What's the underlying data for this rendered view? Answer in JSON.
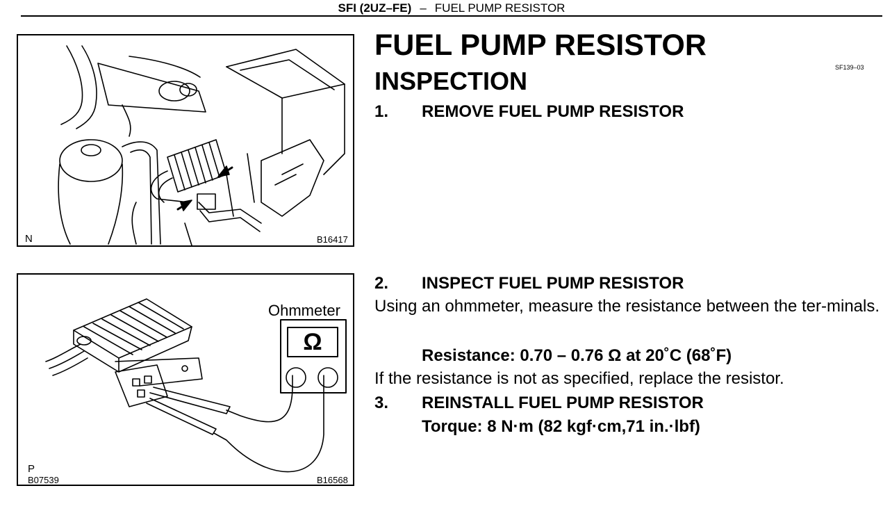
{
  "header": {
    "section": "SFI (2UZ–FE)",
    "separator": "–",
    "component": "FUEL PUMP RESISTOR"
  },
  "title": "FUEL PUMP RESISTOR",
  "subtitle": "INSPECTION",
  "doc_code": "SF139–03",
  "figures": [
    {
      "corner_label": "N",
      "code": "B16417"
    },
    {
      "corner_label": "P",
      "code_left": "B07539",
      "code": "B16568",
      "meter_label": "Ohmmeter",
      "meter_symbol": "Ω"
    }
  ],
  "steps": [
    {
      "number": "1.",
      "title": "REMOVE FUEL PUMP RESISTOR"
    },
    {
      "number": "2.",
      "title": "INSPECT FUEL PUMP RESISTOR"
    },
    {
      "number": "3.",
      "title": "REINSTALL FUEL PUMP RESISTOR"
    }
  ],
  "step2_text": "Using an ohmmeter, measure the resistance between the ter-minals.",
  "resistance_spec": "Resistance: 0.70 – 0.76 Ω at 20˚C (68˚F)",
  "replace_note": "If the resistance is not as specified, replace the resistor.",
  "torque_spec": "Torque: 8 N·m (82 kgf·cm,71 in.·lbf)"
}
